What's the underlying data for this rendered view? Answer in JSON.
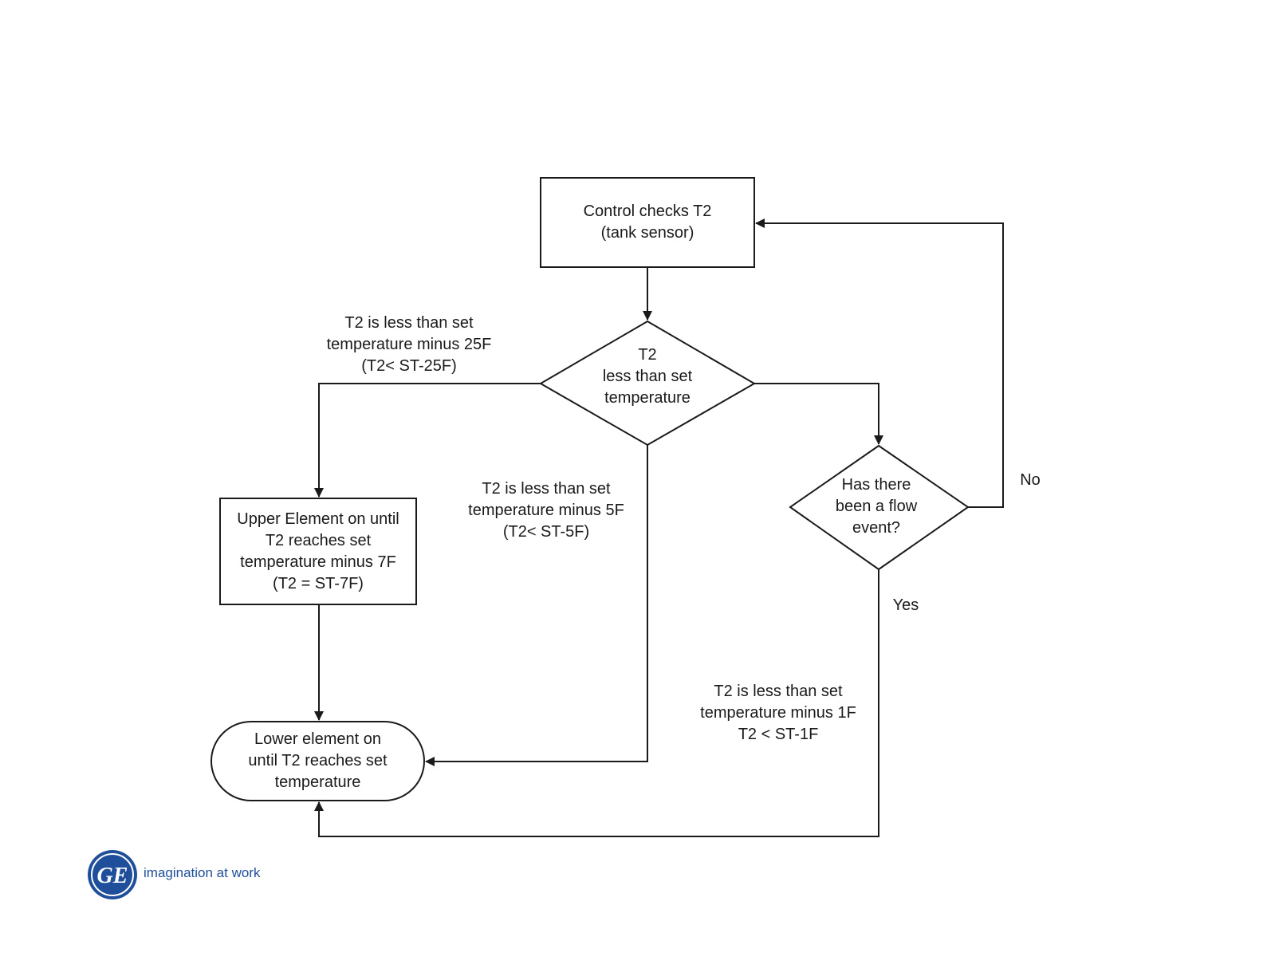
{
  "nodes": {
    "start": {
      "lines": [
        "Control checks T2",
        "(tank sensor)"
      ]
    },
    "decision_temp": {
      "lines": [
        "T2",
        "less than set",
        "temperature"
      ]
    },
    "decision_flow": {
      "lines": [
        "Has there",
        "been a flow",
        "event?"
      ]
    },
    "upper_element": {
      "lines": [
        "Upper Element on until",
        "T2 reaches set",
        "temperature minus 7F",
        "(T2 = ST-7F)"
      ]
    },
    "lower_element": {
      "lines": [
        "Lower element  on",
        "until T2 reaches set",
        "temperature"
      ]
    }
  },
  "edge_labels": {
    "minus_25": [
      "T2 is less than set",
      "temperature minus 25F",
      "(T2< ST-25F)"
    ],
    "minus_5": [
      "T2 is less than set",
      "temperature minus 5F",
      "(T2< ST-5F)"
    ],
    "minus_1": [
      "T2 is less than set",
      "temperature minus 1F",
      "T2 < ST-1F"
    ],
    "no": "No",
    "yes": "Yes"
  },
  "brand": {
    "tagline": "imagination at work",
    "logo_text": "GE",
    "logo_color": "#1f4f9a"
  },
  "colors": {
    "line": "#1a1a1a",
    "text": "#1a1a1a"
  }
}
